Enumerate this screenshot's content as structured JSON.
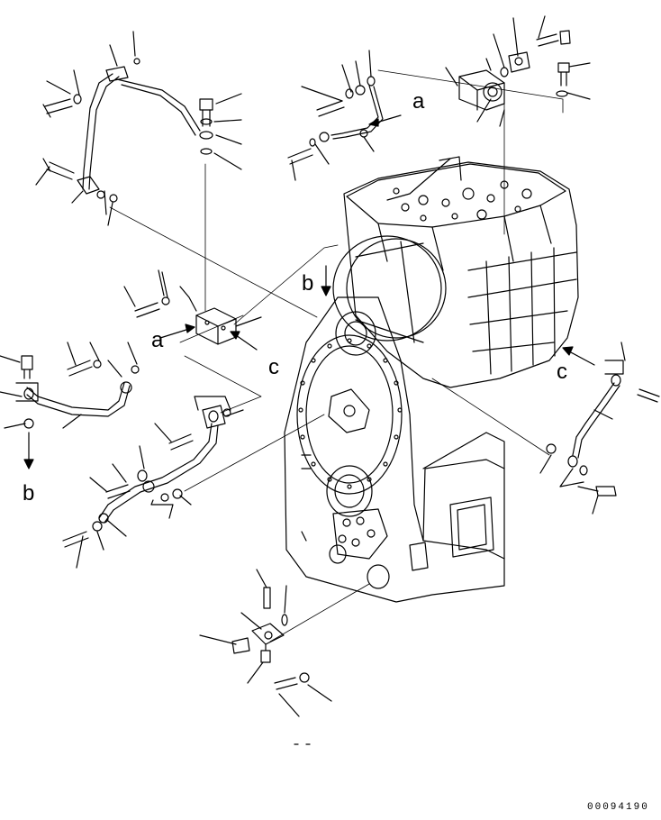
{
  "diagram": {
    "callouts": {
      "a1": "a",
      "a2": "a",
      "b1": "b",
      "b2": "b",
      "c1": "c",
      "c2": "c"
    },
    "doc_number": "00094190"
  }
}
